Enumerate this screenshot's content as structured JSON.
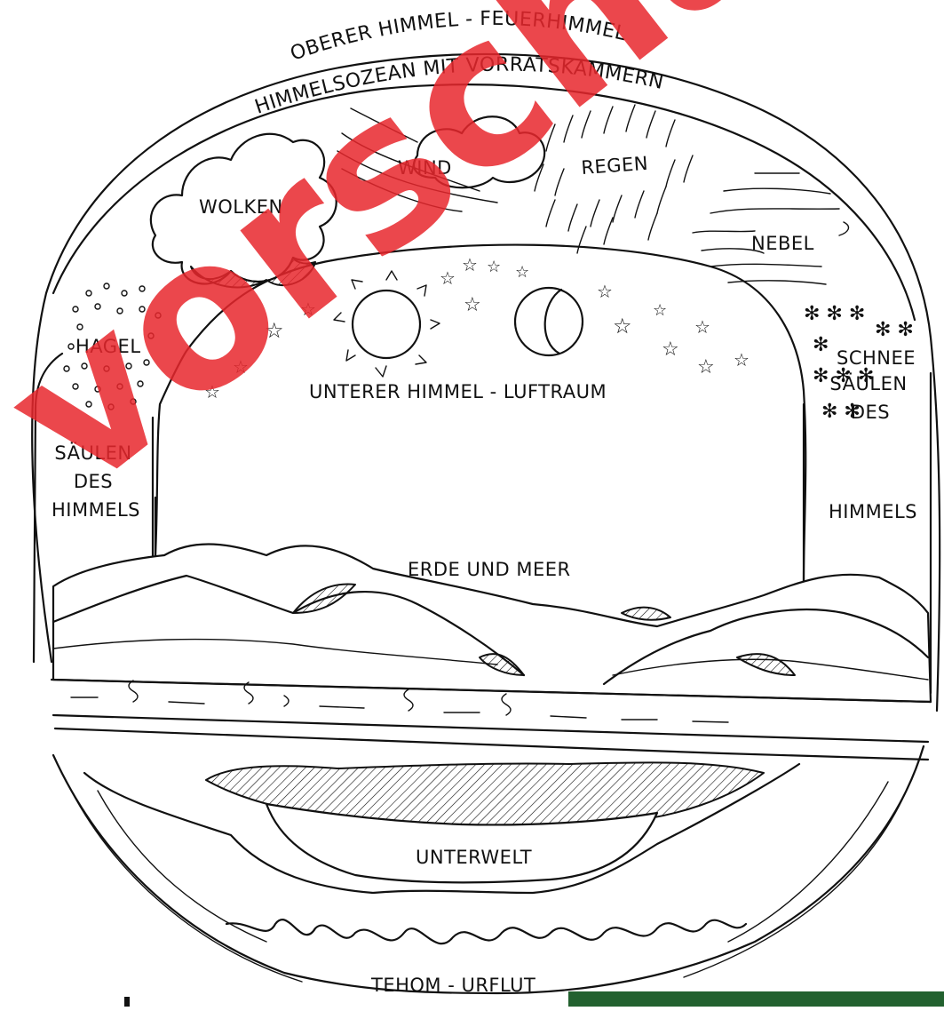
{
  "labels": {
    "upper_heaven": "OBERER HIMMEL - FEUERHIMMEL",
    "sky_ocean": "HIMMELSOZEAN MIT VORRATSKAMMERN",
    "clouds": "WOLKEN",
    "wind": "WIND",
    "rain": "REGEN",
    "fog": "NEBEL",
    "hail": "HAGEL",
    "snow": "SCHNEE",
    "lower_heaven": "UNTERER HIMMEL - LUFTRAUM",
    "pillars_left": [
      "SÄULEN",
      "DES",
      "HIMMELS"
    ],
    "pillars_right": [
      "SÄULEN",
      "DES",
      "HIMMELS"
    ],
    "earth_sea": "ERDE UND MEER",
    "underworld": "UNTERWELT",
    "primeval_flood": "TEHOM - URFLUT"
  },
  "watermark": {
    "text": "vorschau",
    "color": "#e8272d"
  },
  "colors": {
    "ink": "#111111",
    "footer_bar": "#22612f"
  }
}
